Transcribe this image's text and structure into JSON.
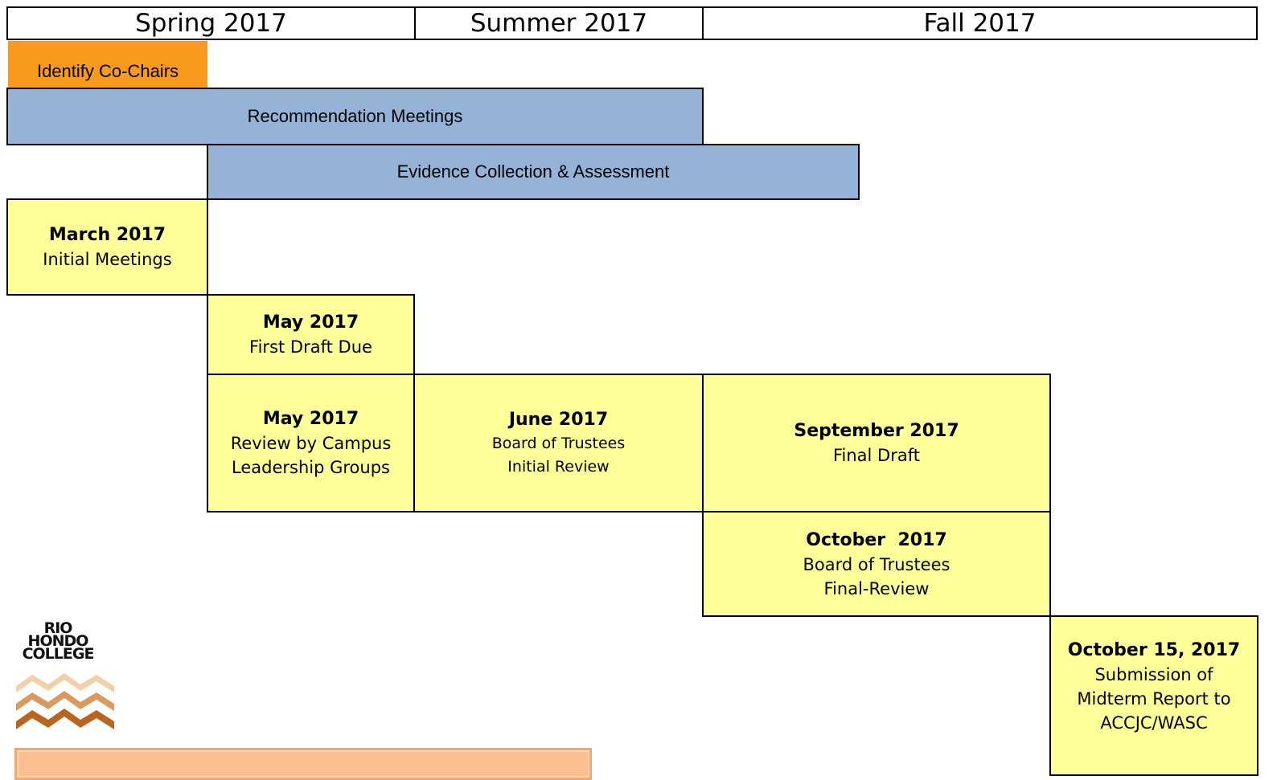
{
  "semesters": [
    "Spring 2017",
    "Summer 2017",
    "Fall 2017"
  ],
  "bars": {
    "co_chairs": "Identify Co-Chairs",
    "recommendation": "Recommendation Meetings",
    "evidence": "Evidence Collection & Assessment"
  },
  "milestones": {
    "march": {
      "date": "March 2017",
      "text": "Initial Meetings"
    },
    "may_draft": {
      "date": "May 2017",
      "text": "First Draft Due"
    },
    "may_review": {
      "date": "May 2017",
      "text": "Review by Campus\nLeadership Groups"
    },
    "june": {
      "date": "June 2017",
      "text": "Board of Trustees\nInitial Review"
    },
    "september": {
      "date": "September 2017",
      "text": "Final Draft"
    },
    "october": {
      "date": "October  2017",
      "text": "Board of Trustees\nFinal-Review"
    },
    "october15": {
      "date": "October 15, 2017",
      "text": "Submission of\nMidterm Report to\nACCJC/WASC"
    }
  },
  "logo": {
    "line1": "RIO",
    "line2": "HONDO",
    "line3": "COLLEGE"
  },
  "colors": {
    "header_bg": "#ffffff",
    "orange": "#f79a1d",
    "blue": "#95b3d7",
    "yellow": "#ffff99"
  }
}
